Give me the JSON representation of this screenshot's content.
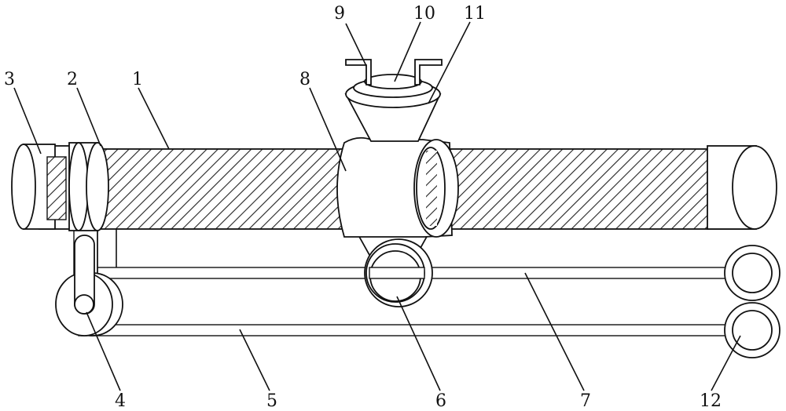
{
  "figure": {
    "labels": [
      {
        "id": "1",
        "text": "1"
      },
      {
        "id": "2",
        "text": "2"
      },
      {
        "id": "3",
        "text": "3"
      },
      {
        "id": "4",
        "text": "4"
      },
      {
        "id": "5",
        "text": "5"
      },
      {
        "id": "6",
        "text": "6"
      },
      {
        "id": "7",
        "text": "7"
      },
      {
        "id": "8",
        "text": "8"
      },
      {
        "id": "9",
        "text": "9"
      },
      {
        "id": "10",
        "text": "10"
      },
      {
        "id": "11",
        "text": "11"
      },
      {
        "id": "12",
        "text": "12"
      }
    ],
    "colors": {
      "line": "#111111",
      "background": "#ffffff",
      "hatch": "#222222"
    }
  }
}
